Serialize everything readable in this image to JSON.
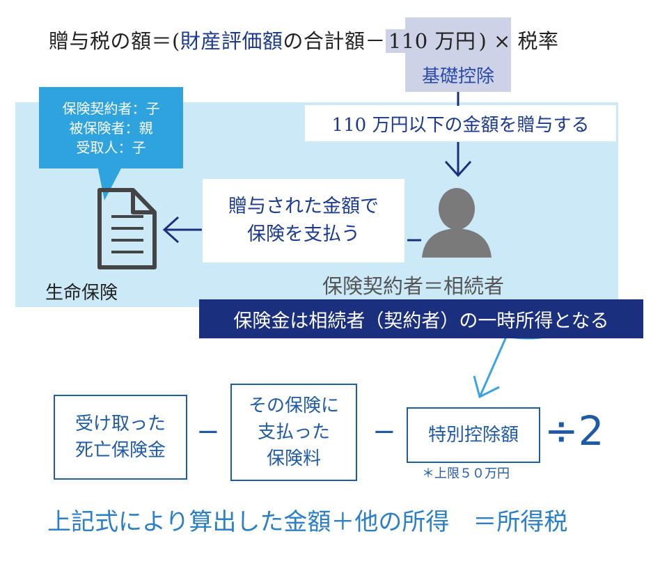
{
  "formula": {
    "part1": "贈与税の額＝(",
    "highlight": "財産評価額",
    "part2": "の合計額－",
    "gray": "110 万円",
    "part3": ")  × 税率"
  },
  "deduction_label": "基礎控除",
  "callout": {
    "line1": "保険契約者：子",
    "line2": "被保険者：親",
    "line3": "受取人：子"
  },
  "gift_text": "110 万円以下の金額を贈与する",
  "pay_text": {
    "line1": "贈与された金額で",
    "line2": "保険を支払う"
  },
  "life_insurance_label": "生命保険",
  "contractor_label": "保険契約者＝相続者",
  "band": {
    "prefix": "保険金は相続者（契約者）の",
    "circled": "一時所得",
    "suffix": "となる"
  },
  "boxes": {
    "box1": {
      "line1": "受け取った",
      "line2": "死亡保険金"
    },
    "box2": {
      "line1": "その保険に",
      "line2": "支払った",
      "line3": "保険料"
    },
    "box3": {
      "line1": "特別控除額"
    }
  },
  "operators": {
    "minus": "−",
    "divide": "÷2"
  },
  "note": "＊上限５０万円",
  "bottom_formula": "上記式により算出した金額＋他の所得　＝所得税",
  "colors": {
    "panel": "#cce9f7",
    "callout": "#2fa3de",
    "band": "#1a2f7e",
    "accent": "#1f5aa6",
    "deduction": "#cdd2e6"
  }
}
